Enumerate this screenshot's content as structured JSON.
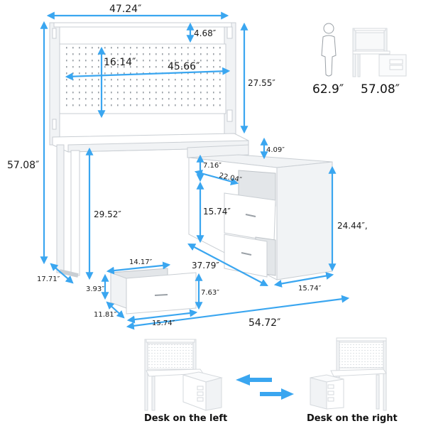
{
  "title": "L-Shaped Desk with Pegboard Hutch — Dimensions",
  "dimensions": {
    "overall_width": "47.24″",
    "hutch_top_gap": "4.68″",
    "pegboard_height": "16.14″",
    "pegboard_width": "45.66″",
    "hutch_height": "27.55″",
    "overall_height": "57.08″",
    "under_shelf_gap": "4.09″",
    "cabinet_top_height": "7.16″",
    "cabinet_top_depth": "22.04″",
    "drawer_section_height": "15.74″",
    "cabinet_height": "24.44″,",
    "desk_height": "29.52″",
    "desk_depth": "17.71″",
    "cabinet_length": "37.79″",
    "cabinet_width": "15.74″",
    "total_length": "54.72″"
  },
  "drawer": {
    "inner_width": "14.17″",
    "inner_height": "3.93″",
    "outer_height": "7.63″",
    "depth": "11.81″",
    "front_width": "15.74″"
  },
  "comparison": {
    "person_height": "62.9″",
    "desk_height": "57.08″",
    "person_icon": "person-silhouette-icon",
    "desk_icon": "desk-thumbnail-icon"
  },
  "orientation": {
    "left_caption": "Desk on the left",
    "right_caption": "Desk on the right",
    "swap_icon": "swap-arrows-icon"
  },
  "colors": {
    "arrow": "#3aa6f0",
    "furniture": "#ffffff",
    "text": "#1a1a1a"
  }
}
